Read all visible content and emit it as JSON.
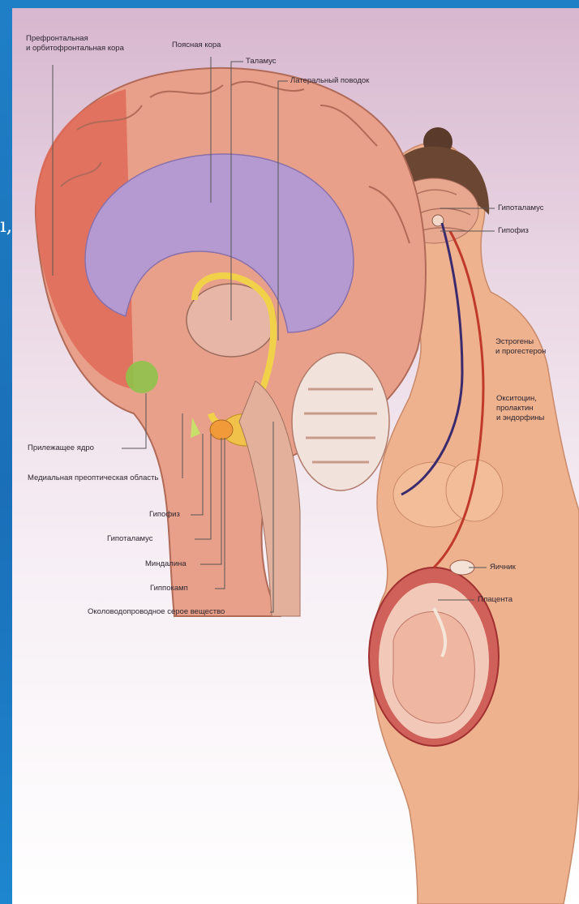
{
  "edge_glyph": "ı,",
  "labels": {
    "prefrontal": "Префронтальная\nи орбитофронтальная кора",
    "cingulate": "Поясная кора",
    "thalamus": "Таламус",
    "lateral_habenula": "Латеральный поводок",
    "hypothalamus_woman": "Гипоталамус",
    "pituitary_woman": "Гипофиз",
    "estrogens": "Эстрогены\nи прогестерон",
    "oxytocin": "Окситоцин,\nпролактин\nи эндорфины",
    "nucleus_accumbens": "Прилежащее ядро",
    "medial_preoptic": "Медиальная преоптическая область",
    "pituitary_brain": "Гипофиз",
    "hypothalamus_brain": "Гипоталамус",
    "amygdala": "Миндалина",
    "hippocampus": "Гиппокамп",
    "periaqueductal_gray": "Околоводопроводное серое вещество",
    "ovary": "Яичник",
    "placenta": "Плацента"
  },
  "colors": {
    "slide_background": "#1f7fc6",
    "cortex": "#e8a08a",
    "prefrontal": "#e06a58",
    "cingulate": "#b49ad0",
    "hippocampus_yellow": "#f2d14a",
    "amygdala_orange": "#f09a3a",
    "accumbens_green": "#8fc24a",
    "skin": "#f0b490",
    "hormone_arrow": "#c0392b",
    "neural_arrow": "#3a2a6e"
  }
}
